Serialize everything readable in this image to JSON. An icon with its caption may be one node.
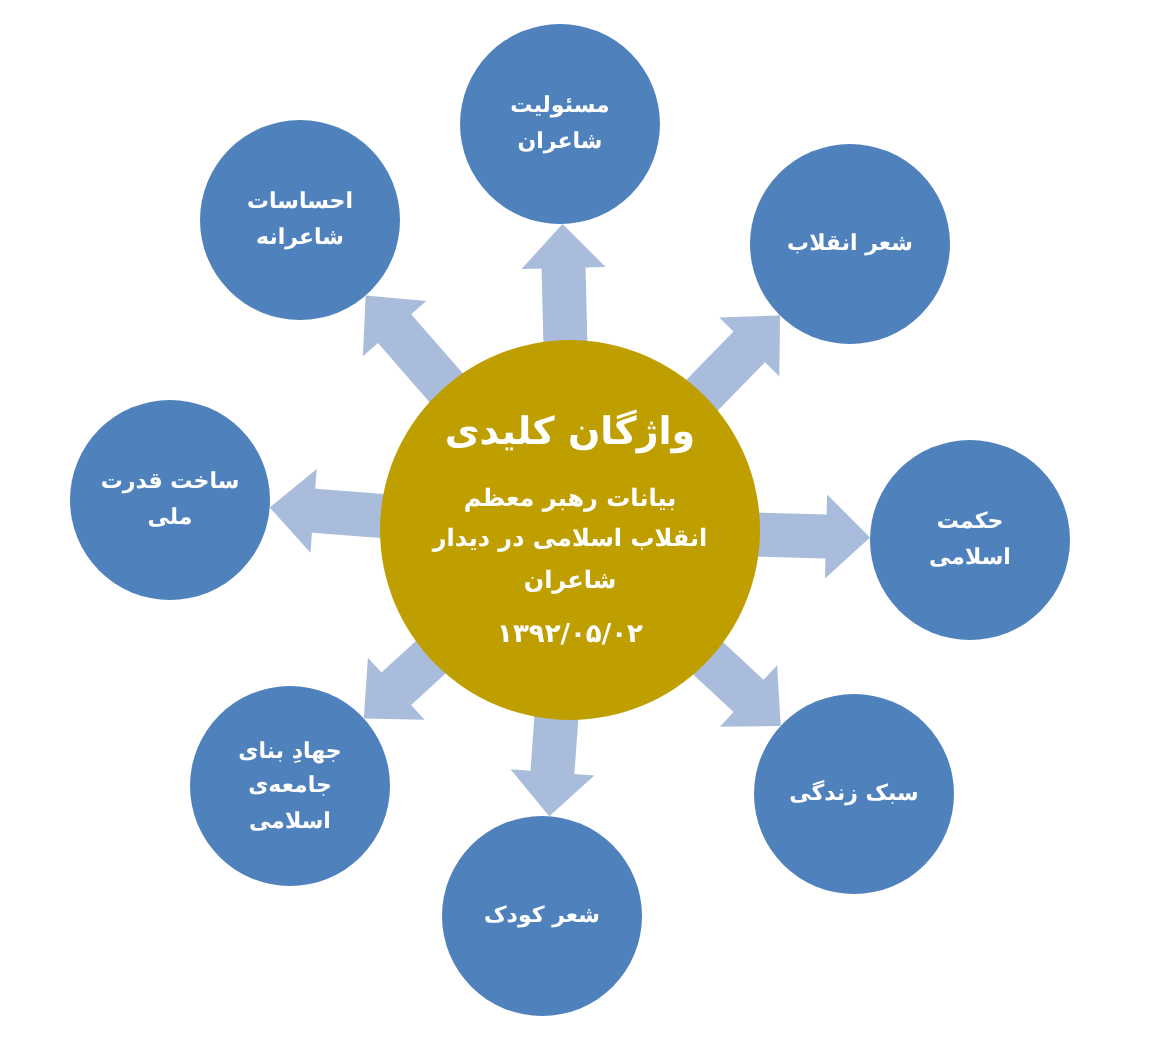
{
  "diagram": {
    "nodes": [
      {
        "text": [
          "واژگان کلیدی",
          "بیانات رهبر معظم انقلاب اسلامی در دیدار شاعران",
          "۱۳۹۲/۰۵/۰۲"
        ]
      },
      {
        "text": [
          "مسئولیت شاعران"
        ]
      },
      {
        "text": [
          "شعر انقلاب"
        ]
      },
      {
        "text": [
          "حکمت اسلامی"
        ]
      },
      {
        "text": [
          "سبک زندگی"
        ]
      },
      {
        "text": [
          "شعر کودک"
        ]
      },
      {
        "text": [
          "جهادِ بنای جامعه‌ی اسلامی"
        ]
      },
      {
        "text": [
          "ساخت قدرت ملی"
        ]
      },
      {
        "text": [
          "احساسات شاعرانه"
        ]
      }
    ],
    "edges": [
      {
        "from": 0,
        "to": 1,
        "arrow": "to"
      },
      {
        "from": 0,
        "to": 2,
        "arrow": "to"
      },
      {
        "from": 0,
        "to": 3,
        "arrow": "to"
      },
      {
        "from": 0,
        "to": 4,
        "arrow": "to"
      },
      {
        "from": 0,
        "to": 5,
        "arrow": "to"
      },
      {
        "from": 0,
        "to": 6,
        "arrow": "to"
      },
      {
        "from": 0,
        "to": 7,
        "arrow": "to"
      },
      {
        "from": 0,
        "to": 8,
        "arrow": "to"
      }
    ]
  }
}
